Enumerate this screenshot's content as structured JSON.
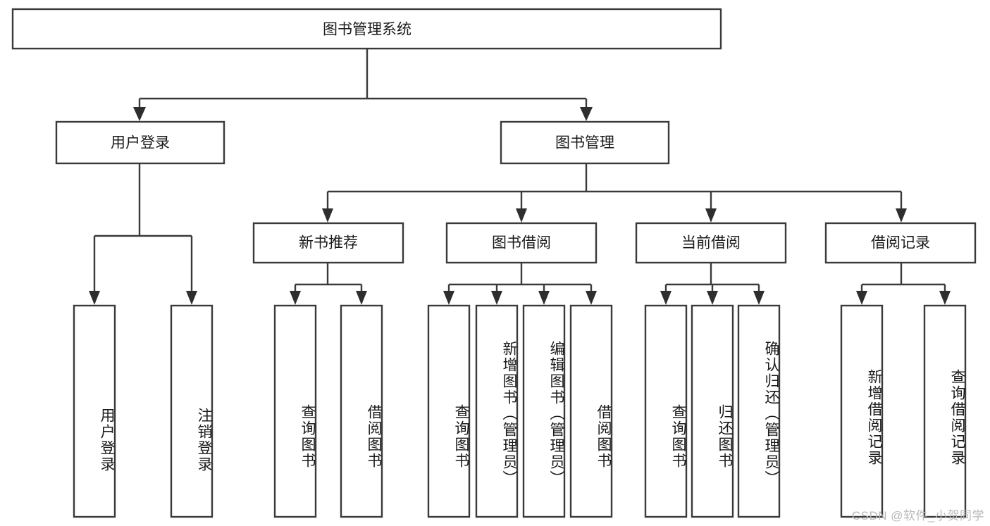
{
  "diagram": {
    "title": "图书管理系统",
    "type": "tree",
    "colors": {
      "box_stroke": "#3a3a3a",
      "box_fill": "#ffffff",
      "connector": "#3a3a3a",
      "text": "#1a1a1a",
      "watermark": "#b9b9b9",
      "background": "#ffffff"
    },
    "root": {
      "label": "图书管理系统"
    },
    "level2": [
      {
        "label": "用户登录"
      },
      {
        "label": "图书管理"
      }
    ],
    "level3": [
      {
        "label": "新书推荐"
      },
      {
        "label": "图书借阅"
      },
      {
        "label": "当前借阅"
      },
      {
        "label": "借阅记录"
      }
    ],
    "leaves": {
      "user_login": [
        {
          "label": "用户登录"
        },
        {
          "label": "注销登录"
        }
      ],
      "new_book_recommend": [
        {
          "label": "查询图书"
        },
        {
          "label": "借阅图书"
        }
      ],
      "book_borrow": [
        {
          "label": "查询图书"
        },
        {
          "label": "新增图书（管理员）"
        },
        {
          "label": "编辑图书（管理员）"
        },
        {
          "label": "借阅图书"
        }
      ],
      "current_borrow": [
        {
          "label": "查询图书"
        },
        {
          "label": "归还图书"
        },
        {
          "label": "确认归还（管理员）"
        }
      ],
      "borrow_record": [
        {
          "label": "新增借阅记录"
        },
        {
          "label": "查询借阅记录"
        }
      ]
    }
  },
  "watermark": {
    "text": "CSDN @软件_小贺同学"
  }
}
